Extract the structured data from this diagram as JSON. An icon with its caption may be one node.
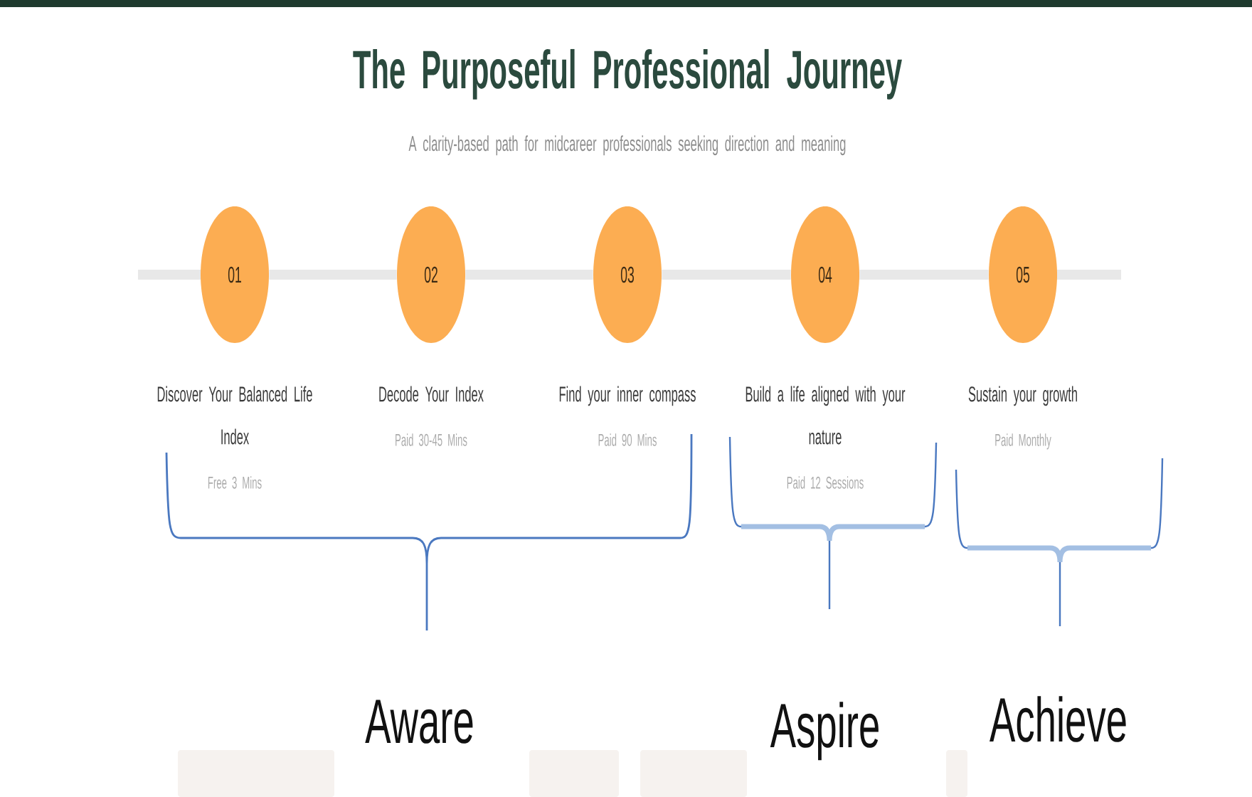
{
  "diagram": {
    "title": "The Purposeful Professional Journey",
    "nodes": [
      {
        "text": [
          "01"
        ],
        "beside": [
          "Discover Your Balanced Life Index",
          "Free 3 Mins"
        ]
      },
      {
        "text": [
          "02"
        ],
        "beside": [
          "Decode Your Index",
          "Paid 30-45 Mins"
        ]
      },
      {
        "text": [
          "03"
        ],
        "beside": [
          "Find your inner compass",
          "Paid 90 Mins"
        ]
      },
      {
        "text": [
          "04"
        ],
        "beside": [
          "Build a life aligned with your nature",
          "Paid 12 Sessions"
        ]
      },
      {
        "text": [
          "05"
        ],
        "beside": [
          "Sustain your growth",
          "Paid Monthly"
        ]
      },
      {
        "text": [],
        "shape": "box"
      },
      {
        "text": [],
        "shape": "box"
      },
      {
        "text": [],
        "shape": "box"
      },
      {
        "text": [],
        "shape": "box"
      }
    ],
    "edges": [
      {
        "from": 0,
        "to": 1,
        "arrow": "none"
      },
      {
        "from": 1,
        "to": 2,
        "arrow": "none"
      },
      {
        "from": 2,
        "to": 3,
        "arrow": "none"
      },
      {
        "from": 3,
        "to": 4,
        "arrow": "none"
      }
    ],
    "labels": [
      "A clarity-based path for midcareer professionals seeking direction and meaning",
      "Aware",
      "Aspire",
      "Achieve"
    ]
  }
}
